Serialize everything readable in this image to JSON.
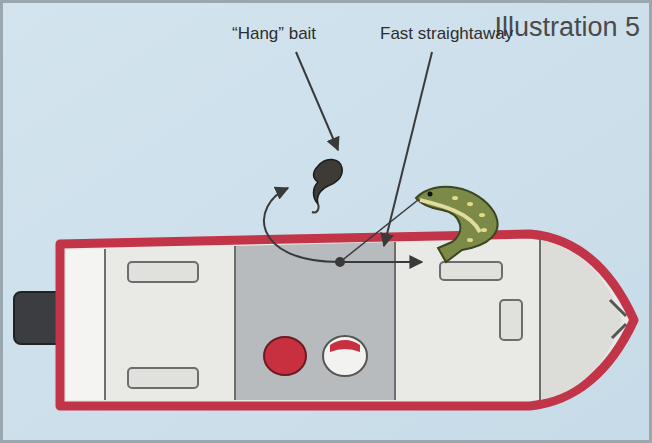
{
  "diagram": {
    "title": "Illustration 5",
    "labels": [
      "“Hang” bait",
      "Fast straightaway"
    ]
  }
}
